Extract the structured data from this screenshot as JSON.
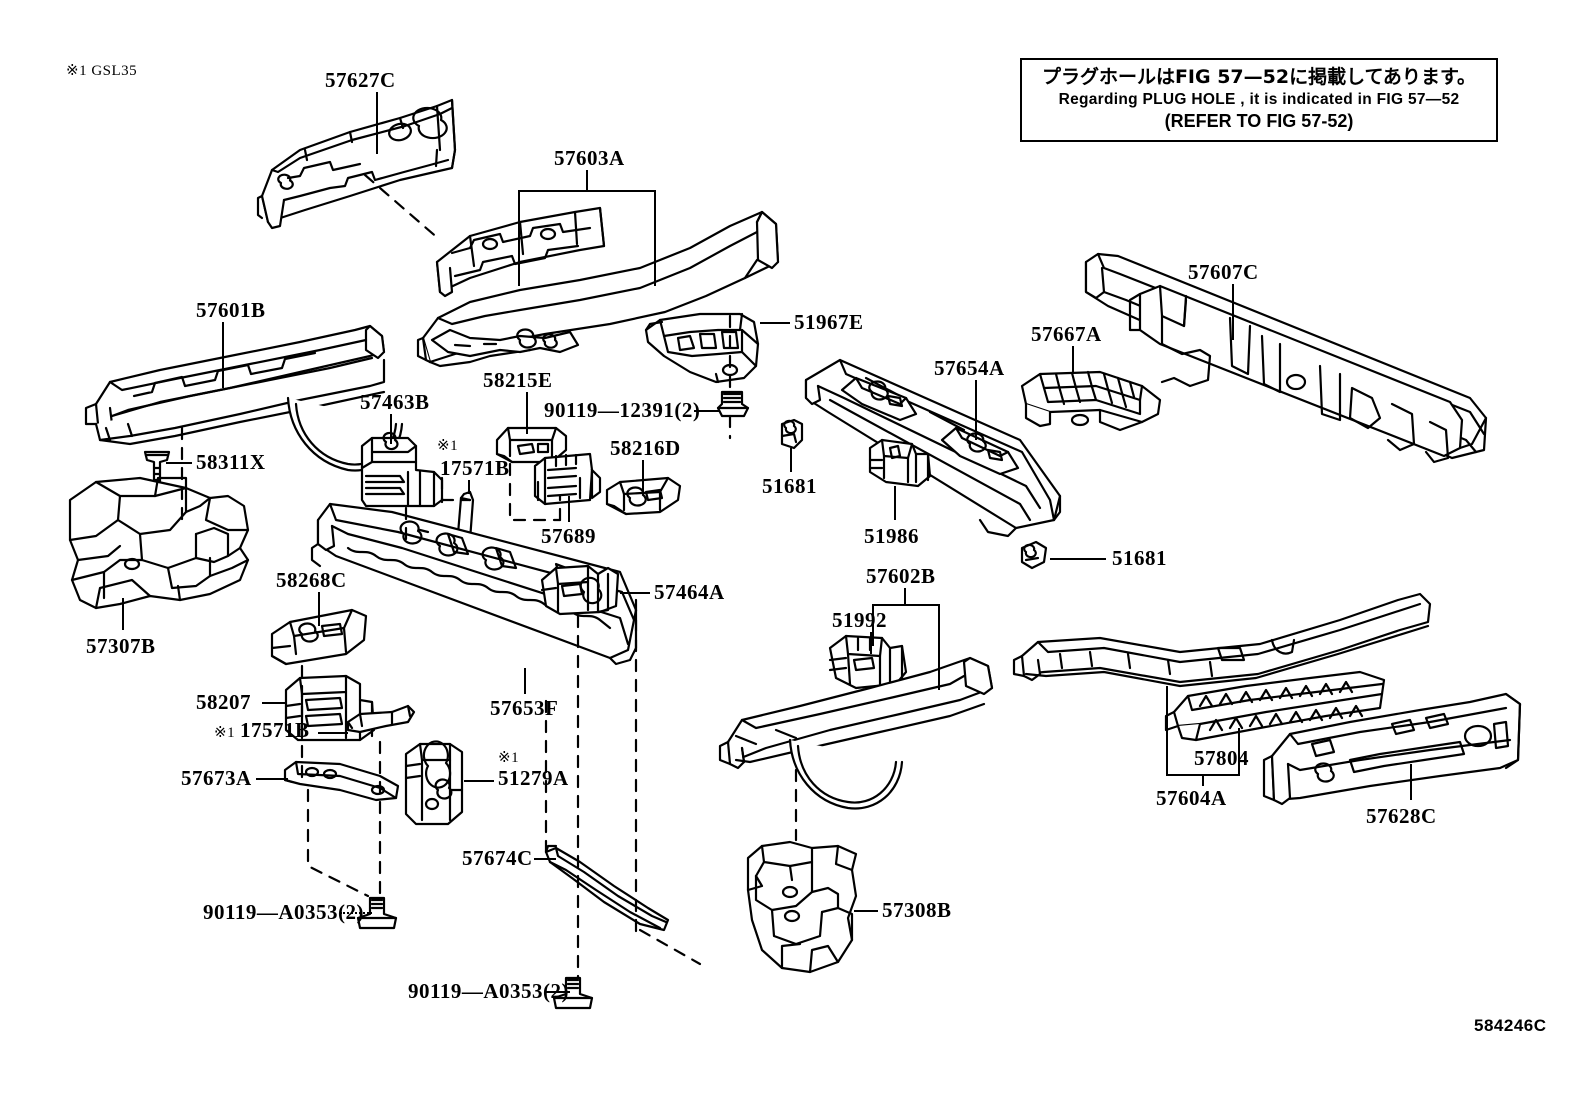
{
  "figure": {
    "number": "584246C",
    "footnote_marker": "※1 GSL35"
  },
  "note_box": {
    "line_jp": "プラグホールはFIG 57—52に掲載してあります。",
    "line_en": "Regarding  PLUG  HOLE , it is indicated in FIG  57—52",
    "line_en2": "(REFER TO FIG 57-52)"
  },
  "parts": [
    {
      "id": "p57627C",
      "label": "57627C"
    },
    {
      "id": "p57603A",
      "label": "57603A"
    },
    {
      "id": "p57601B",
      "label": "57601B"
    },
    {
      "id": "p58311X",
      "label": "58311X"
    },
    {
      "id": "p57307B",
      "label": "57307B"
    },
    {
      "id": "p57463B",
      "label": "57463B"
    },
    {
      "id": "p17571B_top",
      "label": "17571B"
    },
    {
      "id": "p58215E",
      "label": "58215E"
    },
    {
      "id": "p90119_12391",
      "label": "90119—12391(2)"
    },
    {
      "id": "p58216D",
      "label": "58216D"
    },
    {
      "id": "p57689",
      "label": "57689"
    },
    {
      "id": "p51967E",
      "label": "51967E"
    },
    {
      "id": "p57654A",
      "label": "57654A"
    },
    {
      "id": "p57667A",
      "label": "57667A"
    },
    {
      "id": "p57607C",
      "label": "57607C"
    },
    {
      "id": "p51681_a",
      "label": "51681"
    },
    {
      "id": "p51986",
      "label": "51986"
    },
    {
      "id": "p51681_b",
      "label": "51681"
    },
    {
      "id": "p58268C",
      "label": "58268C"
    },
    {
      "id": "p58207",
      "label": "58207"
    },
    {
      "id": "p17571B_low",
      "label": "17571B"
    },
    {
      "id": "p57653F",
      "label": "57653F"
    },
    {
      "id": "p57464A",
      "label": "57464A"
    },
    {
      "id": "p57673A",
      "label": "57673A"
    },
    {
      "id": "p51279A",
      "label": "51279A"
    },
    {
      "id": "p57674C",
      "label": "57674C"
    },
    {
      "id": "p90119_a0353_1",
      "label": "90119—A0353(2)"
    },
    {
      "id": "p90119_a0353_2",
      "label": "90119—A0353(2)"
    },
    {
      "id": "p57602B",
      "label": "57602B"
    },
    {
      "id": "p51992",
      "label": "51992"
    },
    {
      "id": "p57308B",
      "label": "57308B"
    },
    {
      "id": "p57804",
      "label": "57804"
    },
    {
      "id": "p57604A",
      "label": "57604A"
    },
    {
      "id": "p57628C",
      "label": "57628C"
    }
  ],
  "markers": {
    "asterisk1": "※1"
  },
  "colors": {
    "line": "#000000",
    "background": "#ffffff"
  }
}
